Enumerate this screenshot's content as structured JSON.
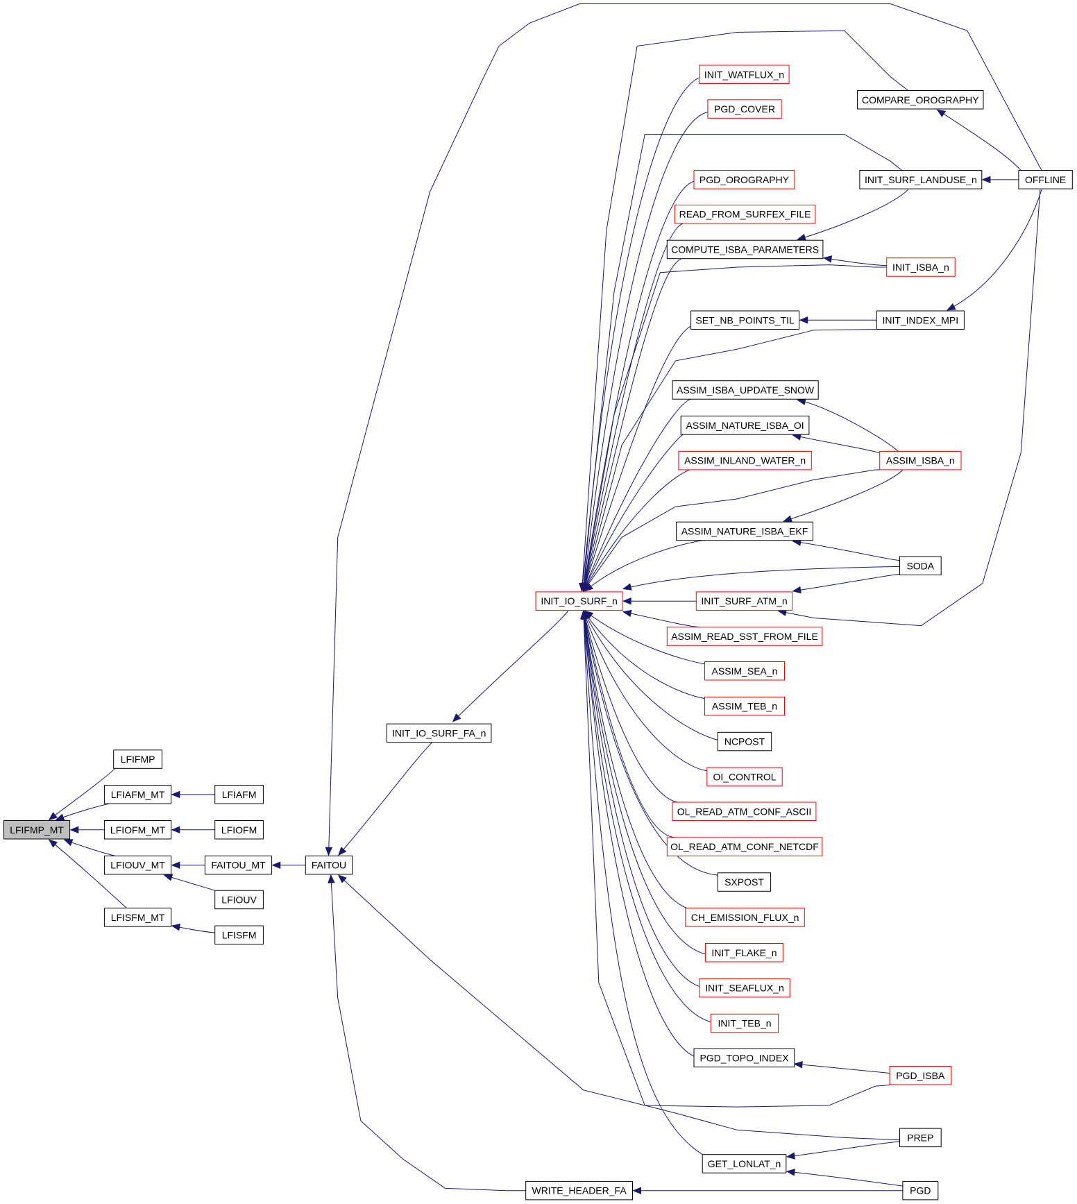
{
  "colors": {
    "edge": "#191970",
    "documented_border": "#000000",
    "undocumented_border": "#ff0000",
    "focus_fill": "#bfbfbf",
    "node_fill": "#ffffff"
  },
  "diagram": {
    "type": "caller-graph",
    "focus": "LFIFMP_MT",
    "nodes": [
      {
        "id": "LFIFMP_MT",
        "label": "LFIFMP_MT",
        "style": "focus"
      },
      {
        "id": "LFIFMP",
        "label": "LFIFMP",
        "style": "black"
      },
      {
        "id": "LFIAFM_MT",
        "label": "LFIAFM_MT",
        "style": "black"
      },
      {
        "id": "LFIAFM",
        "label": "LFIAFM",
        "style": "black"
      },
      {
        "id": "LFIOFM_MT",
        "label": "LFIOFM_MT",
        "style": "black"
      },
      {
        "id": "LFIOFM",
        "label": "LFIOFM",
        "style": "black"
      },
      {
        "id": "LFIOUV_MT",
        "label": "LFIOUV_MT",
        "style": "black"
      },
      {
        "id": "FAITOU_MT",
        "label": "FAITOU_MT",
        "style": "black"
      },
      {
        "id": "LFIOUV",
        "label": "LFIOUV",
        "style": "black"
      },
      {
        "id": "LFISFM_MT",
        "label": "LFISFM_MT",
        "style": "black"
      },
      {
        "id": "LFISFM",
        "label": "LFISFM",
        "style": "black"
      },
      {
        "id": "FAITOU",
        "label": "FAITOU",
        "style": "black"
      },
      {
        "id": "INIT_IO_SURF_FA_n",
        "label": "INIT_IO_SURF_FA_n",
        "style": "black"
      },
      {
        "id": "WRITE_HEADER_FA",
        "label": "WRITE_HEADER_FA",
        "style": "black"
      },
      {
        "id": "INIT_IO_SURF_n",
        "label": "INIT_IO_SURF_n",
        "style": "red"
      },
      {
        "id": "INIT_WATFLUX_n",
        "label": "INIT_WATFLUX_n",
        "style": "red"
      },
      {
        "id": "PGD_COVER",
        "label": "PGD_COVER",
        "style": "red"
      },
      {
        "id": "PGD_OROGRAPHY",
        "label": "PGD_OROGRAPHY",
        "style": "red"
      },
      {
        "id": "READ_FROM_SURFEX_FILE",
        "label": "READ_FROM_SURFEX_FILE",
        "style": "red"
      },
      {
        "id": "COMPUTE_ISBA_PARAMETERS",
        "label": "COMPUTE_ISBA_PARAMETERS",
        "style": "black"
      },
      {
        "id": "SET_NB_POINTS_TIL",
        "label": "SET_NB_POINTS_TIL",
        "style": "black"
      },
      {
        "id": "ASSIM_ISBA_UPDATE_SNOW",
        "label": "ASSIM_ISBA_UPDATE_SNOW",
        "style": "black"
      },
      {
        "id": "ASSIM_NATURE_ISBA_OI",
        "label": "ASSIM_NATURE_ISBA_OI",
        "style": "black"
      },
      {
        "id": "ASSIM_INLAND_WATER_n",
        "label": "ASSIM_INLAND_WATER_n",
        "style": "red"
      },
      {
        "id": "ASSIM_NATURE_ISBA_EKF",
        "label": "ASSIM_NATURE_ISBA_EKF",
        "style": "black"
      },
      {
        "id": "INIT_SURF_ATM_n",
        "label": "INIT_SURF_ATM_n",
        "style": "red"
      },
      {
        "id": "ASSIM_READ_SST_FROM_FILE",
        "label": "ASSIM_READ_SST_FROM_FILE",
        "style": "red"
      },
      {
        "id": "ASSIM_SEA_n",
        "label": "ASSIM_SEA_n",
        "style": "red"
      },
      {
        "id": "ASSIM_TEB_n",
        "label": "ASSIM_TEB_n",
        "style": "red"
      },
      {
        "id": "NCPOST",
        "label": "NCPOST",
        "style": "black"
      },
      {
        "id": "OI_CONTROL",
        "label": "OI_CONTROL",
        "style": "red"
      },
      {
        "id": "OL_READ_ATM_CONF_ASCII",
        "label": "OL_READ_ATM_CONF_ASCII",
        "style": "red"
      },
      {
        "id": "OL_READ_ATM_CONF_NETCDF",
        "label": "OL_READ_ATM_CONF_NETCDF",
        "style": "red"
      },
      {
        "id": "SXPOST",
        "label": "SXPOST",
        "style": "black"
      },
      {
        "id": "CH_EMISSION_FLUX_n",
        "label": "CH_EMISSION_FLUX_n",
        "style": "red"
      },
      {
        "id": "INIT_FLAKE_n",
        "label": "INIT_FLAKE_n",
        "style": "red"
      },
      {
        "id": "INIT_SEAFLUX_n",
        "label": "INIT_SEAFLUX_n",
        "style": "red"
      },
      {
        "id": "INIT_TEB_n",
        "label": "INIT_TEB_n",
        "style": "red"
      },
      {
        "id": "PGD_TOPO_INDEX",
        "label": "PGD_TOPO_INDEX",
        "style": "black"
      },
      {
        "id": "GET_LONLAT_n",
        "label": "GET_LONLAT_n",
        "style": "black"
      },
      {
        "id": "COMPARE_OROGRAPHY",
        "label": "COMPARE_OROGRAPHY",
        "style": "black"
      },
      {
        "id": "INIT_SURF_LANDUSE_n",
        "label": "INIT_SURF_LANDUSE_n",
        "style": "black"
      },
      {
        "id": "INIT_ISBA_n",
        "label": "INIT_ISBA_n",
        "style": "red"
      },
      {
        "id": "INIT_INDEX_MPI",
        "label": "INIT_INDEX_MPI",
        "style": "black"
      },
      {
        "id": "ASSIM_ISBA_n",
        "label": "ASSIM_ISBA_n",
        "style": "red"
      },
      {
        "id": "SODA",
        "label": "SODA",
        "style": "black"
      },
      {
        "id": "PGD_ISBA",
        "label": "PGD_ISBA",
        "style": "red"
      },
      {
        "id": "PREP",
        "label": "PREP",
        "style": "black"
      },
      {
        "id": "PGD",
        "label": "PGD",
        "style": "black"
      },
      {
        "id": "OFFLINE",
        "label": "OFFLINE",
        "style": "black"
      }
    ],
    "edges": [
      {
        "from": "LFIFMP",
        "to": "LFIFMP_MT"
      },
      {
        "from": "LFIAFM_MT",
        "to": "LFIFMP_MT"
      },
      {
        "from": "LFIOFM_MT",
        "to": "LFIFMP_MT"
      },
      {
        "from": "LFIOUV_MT",
        "to": "LFIFMP_MT"
      },
      {
        "from": "LFISFM_MT",
        "to": "LFIFMP_MT"
      },
      {
        "from": "LFIAFM",
        "to": "LFIAFM_MT"
      },
      {
        "from": "LFIOFM",
        "to": "LFIOFM_MT"
      },
      {
        "from": "FAITOU_MT",
        "to": "LFIOUV_MT"
      },
      {
        "from": "LFIOUV",
        "to": "LFIOUV_MT"
      },
      {
        "from": "LFISFM",
        "to": "LFISFM_MT"
      },
      {
        "from": "FAITOU",
        "to": "FAITOU_MT"
      },
      {
        "from": "INIT_IO_SURF_FA_n",
        "to": "FAITOU"
      },
      {
        "from": "OFFLINE",
        "to": "FAITOU"
      },
      {
        "from": "PREP",
        "to": "FAITOU"
      },
      {
        "from": "WRITE_HEADER_FA",
        "to": "FAITOU"
      },
      {
        "from": "INIT_IO_SURF_n",
        "to": "INIT_IO_SURF_FA_n"
      },
      {
        "from": "PGD",
        "to": "WRITE_HEADER_FA"
      },
      {
        "from": "INIT_WATFLUX_n",
        "to": "INIT_IO_SURF_n"
      },
      {
        "from": "PGD_COVER",
        "to": "INIT_IO_SURF_n"
      },
      {
        "from": "PGD_OROGRAPHY",
        "to": "INIT_IO_SURF_n"
      },
      {
        "from": "READ_FROM_SURFEX_FILE",
        "to": "INIT_IO_SURF_n"
      },
      {
        "from": "COMPUTE_ISBA_PARAMETERS",
        "to": "INIT_IO_SURF_n"
      },
      {
        "from": "SET_NB_POINTS_TIL",
        "to": "INIT_IO_SURF_n"
      },
      {
        "from": "ASSIM_ISBA_UPDATE_SNOW",
        "to": "INIT_IO_SURF_n"
      },
      {
        "from": "ASSIM_NATURE_ISBA_OI",
        "to": "INIT_IO_SURF_n"
      },
      {
        "from": "ASSIM_INLAND_WATER_n",
        "to": "INIT_IO_SURF_n"
      },
      {
        "from": "ASSIM_NATURE_ISBA_EKF",
        "to": "INIT_IO_SURF_n"
      },
      {
        "from": "INIT_SURF_ATM_n",
        "to": "INIT_IO_SURF_n"
      },
      {
        "from": "ASSIM_READ_SST_FROM_FILE",
        "to": "INIT_IO_SURF_n"
      },
      {
        "from": "ASSIM_SEA_n",
        "to": "INIT_IO_SURF_n"
      },
      {
        "from": "ASSIM_TEB_n",
        "to": "INIT_IO_SURF_n"
      },
      {
        "from": "NCPOST",
        "to": "INIT_IO_SURF_n"
      },
      {
        "from": "OI_CONTROL",
        "to": "INIT_IO_SURF_n"
      },
      {
        "from": "OL_READ_ATM_CONF_ASCII",
        "to": "INIT_IO_SURF_n"
      },
      {
        "from": "OL_READ_ATM_CONF_NETCDF",
        "to": "INIT_IO_SURF_n"
      },
      {
        "from": "SXPOST",
        "to": "INIT_IO_SURF_n"
      },
      {
        "from": "CH_EMISSION_FLUX_n",
        "to": "INIT_IO_SURF_n"
      },
      {
        "from": "INIT_FLAKE_n",
        "to": "INIT_IO_SURF_n"
      },
      {
        "from": "INIT_SEAFLUX_n",
        "to": "INIT_IO_SURF_n"
      },
      {
        "from": "INIT_TEB_n",
        "to": "INIT_IO_SURF_n"
      },
      {
        "from": "PGD_TOPO_INDEX",
        "to": "INIT_IO_SURF_n"
      },
      {
        "from": "GET_LONLAT_n",
        "to": "INIT_IO_SURF_n"
      },
      {
        "from": "COMPARE_OROGRAPHY",
        "to": "INIT_IO_SURF_n"
      },
      {
        "from": "INIT_SURF_LANDUSE_n",
        "to": "INIT_IO_SURF_n"
      },
      {
        "from": "INIT_ISBA_n",
        "to": "INIT_IO_SURF_n"
      },
      {
        "from": "INIT_INDEX_MPI",
        "to": "INIT_IO_SURF_n"
      },
      {
        "from": "ASSIM_ISBA_n",
        "to": "INIT_IO_SURF_n"
      },
      {
        "from": "SODA",
        "to": "INIT_IO_SURF_n"
      },
      {
        "from": "PGD_ISBA",
        "to": "INIT_IO_SURF_n"
      },
      {
        "from": "INIT_SURF_LANDUSE_n",
        "to": "COMPUTE_ISBA_PARAMETERS"
      },
      {
        "from": "INIT_ISBA_n",
        "to": "COMPUTE_ISBA_PARAMETERS"
      },
      {
        "from": "INIT_INDEX_MPI",
        "to": "SET_NB_POINTS_TIL"
      },
      {
        "from": "ASSIM_ISBA_n",
        "to": "ASSIM_ISBA_UPDATE_SNOW"
      },
      {
        "from": "ASSIM_ISBA_n",
        "to": "ASSIM_NATURE_ISBA_OI"
      },
      {
        "from": "ASSIM_ISBA_n",
        "to": "ASSIM_NATURE_ISBA_EKF"
      },
      {
        "from": "SODA",
        "to": "ASSIM_NATURE_ISBA_EKF"
      },
      {
        "from": "SODA",
        "to": "INIT_SURF_ATM_n"
      },
      {
        "from": "OFFLINE",
        "to": "INIT_SURF_ATM_n"
      },
      {
        "from": "PGD_ISBA",
        "to": "PGD_TOPO_INDEX"
      },
      {
        "from": "PREP",
        "to": "GET_LONLAT_n"
      },
      {
        "from": "PGD",
        "to": "GET_LONLAT_n"
      },
      {
        "from": "OFFLINE",
        "to": "COMPARE_OROGRAPHY"
      },
      {
        "from": "OFFLINE",
        "to": "INIT_SURF_LANDUSE_n"
      },
      {
        "from": "OFFLINE",
        "to": "INIT_INDEX_MPI"
      }
    ]
  }
}
